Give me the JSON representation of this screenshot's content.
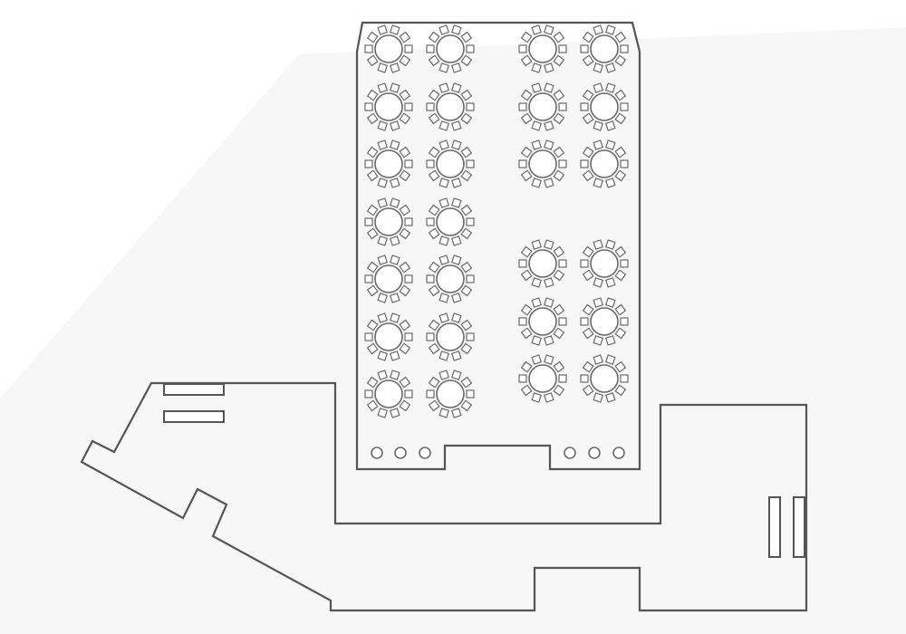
{
  "floorplan": {
    "colors": {
      "wall": "#555555",
      "furniture": "#6a6a6a",
      "background": "#ffffff",
      "shade": "#f7f7f7"
    },
    "table_groups": [
      {
        "name": "left-columns-rows-1-7",
        "shape": "round",
        "chairs_per_table": 10,
        "count": 14
      },
      {
        "name": "right-columns-rows-1-3",
        "shape": "round",
        "chairs_per_table": 10,
        "count": 6
      },
      {
        "name": "right-columns-rows-5-7",
        "shape": "round",
        "chairs_per_table": 10,
        "count": 6
      }
    ],
    "cocktail_tables": {
      "count": 6
    },
    "bar_counters": {
      "count": 4
    },
    "icons": [
      "round-table-icon",
      "chair-icon",
      "cocktail-table-icon",
      "bar-counter-icon"
    ]
  }
}
